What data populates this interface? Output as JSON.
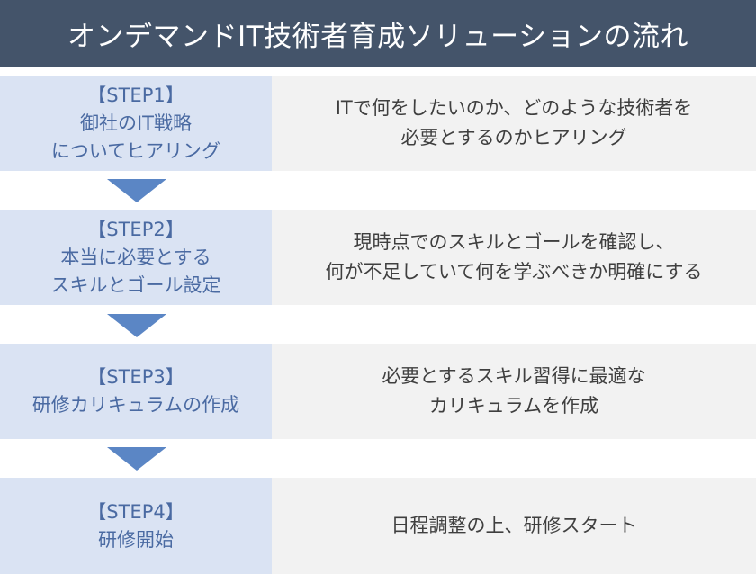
{
  "title": "オンデマンドIT技術者育成ソリューションの流れ",
  "colors": {
    "title_bg": "#44546a",
    "step_bg": "#dae3f3",
    "step_text": "#4a6aa2",
    "desc_bg": "#f2f2f2",
    "desc_text": "#3f3f3f",
    "arrow": "#5b86c5"
  },
  "steps": [
    {
      "label": "【STEP1】",
      "name_lines": [
        "御社のIT戦略",
        "についてヒアリング"
      ],
      "desc_lines": [
        "ITで何をしたいのか、どのような技術者を",
        "必要とするのかヒアリング"
      ]
    },
    {
      "label": "【STEP2】",
      "name_lines": [
        "本当に必要とする",
        "スキルとゴール設定"
      ],
      "desc_lines": [
        "現時点でのスキルとゴールを確認し、",
        "何が不足していて何を学ぶべきか明確にする"
      ]
    },
    {
      "label": "【STEP3】",
      "name_lines": [
        "研修カリキュラムの作成"
      ],
      "desc_lines": [
        "必要とするスキル習得に最適な",
        "カリキュラムを作成"
      ]
    },
    {
      "label": "【STEP4】",
      "name_lines": [
        "研修開始"
      ],
      "desc_lines": [
        "日程調整の上、研修スタート"
      ]
    }
  ]
}
